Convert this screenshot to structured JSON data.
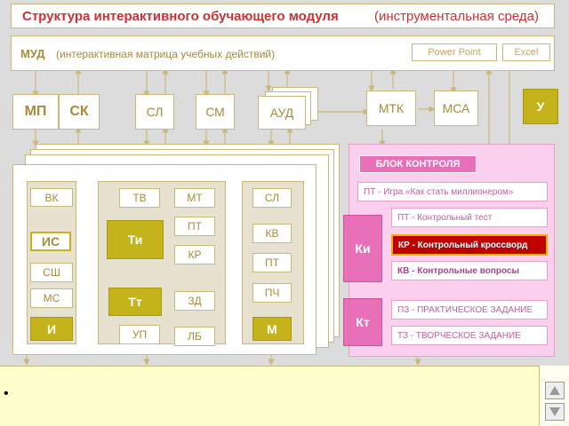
{
  "title": {
    "strong": "Структура интерактивного обучающего модуля",
    "light": "(инструментальная среда)"
  },
  "mud": {
    "label": "МУД",
    "desc": "(интерактивная матрица учебных действий)",
    "pp": "Power Point",
    "excel": "Excel"
  },
  "row2": {
    "mp": "МП",
    "sk": "СК",
    "sl": "СЛ",
    "sm": "СМ",
    "aud": "АУД",
    "mtk": "МТК",
    "msa": "МСА",
    "u": "У"
  },
  "left": {
    "vk": "ВК",
    "is": "ИС",
    "ssh": "СШ",
    "ms": "МС",
    "i": "И"
  },
  "center": {
    "tv": "ТВ",
    "mt": "МТ",
    "ti": "Ти",
    "pt": "ПТ",
    "kr": "КР",
    "tt": "Тт",
    "zd": "ЗД",
    "up": "УП",
    "lb": "ЛБ"
  },
  "right_col": {
    "sl": "СЛ",
    "kv": "КВ",
    "pt": "ПТ",
    "pch": "ПЧ",
    "m": "М"
  },
  "control": {
    "header": "БЛОК КОНТРОЛЯ",
    "game": "ПТ - Игра «Как стать миллионером»",
    "ki": "Ки",
    "kt": "Кт",
    "items": [
      "ПТ - Контрольный тест",
      "КР - Контрольный кроссворд",
      "КВ - Контрольные вопросы",
      "ПЗ - ПРАКТИЧЕСКОЕ ЗАДАНИЕ",
      "ТЗ - ТВОРЧЕСКОЕ ЗАДАНИЕ"
    ]
  },
  "bottom": {
    "bullet": "•"
  },
  "colors": {
    "olive": "#c4b31a",
    "pink": "#e870b8",
    "title_red": "#d03030",
    "panel_bg": "#fbd0ee"
  }
}
